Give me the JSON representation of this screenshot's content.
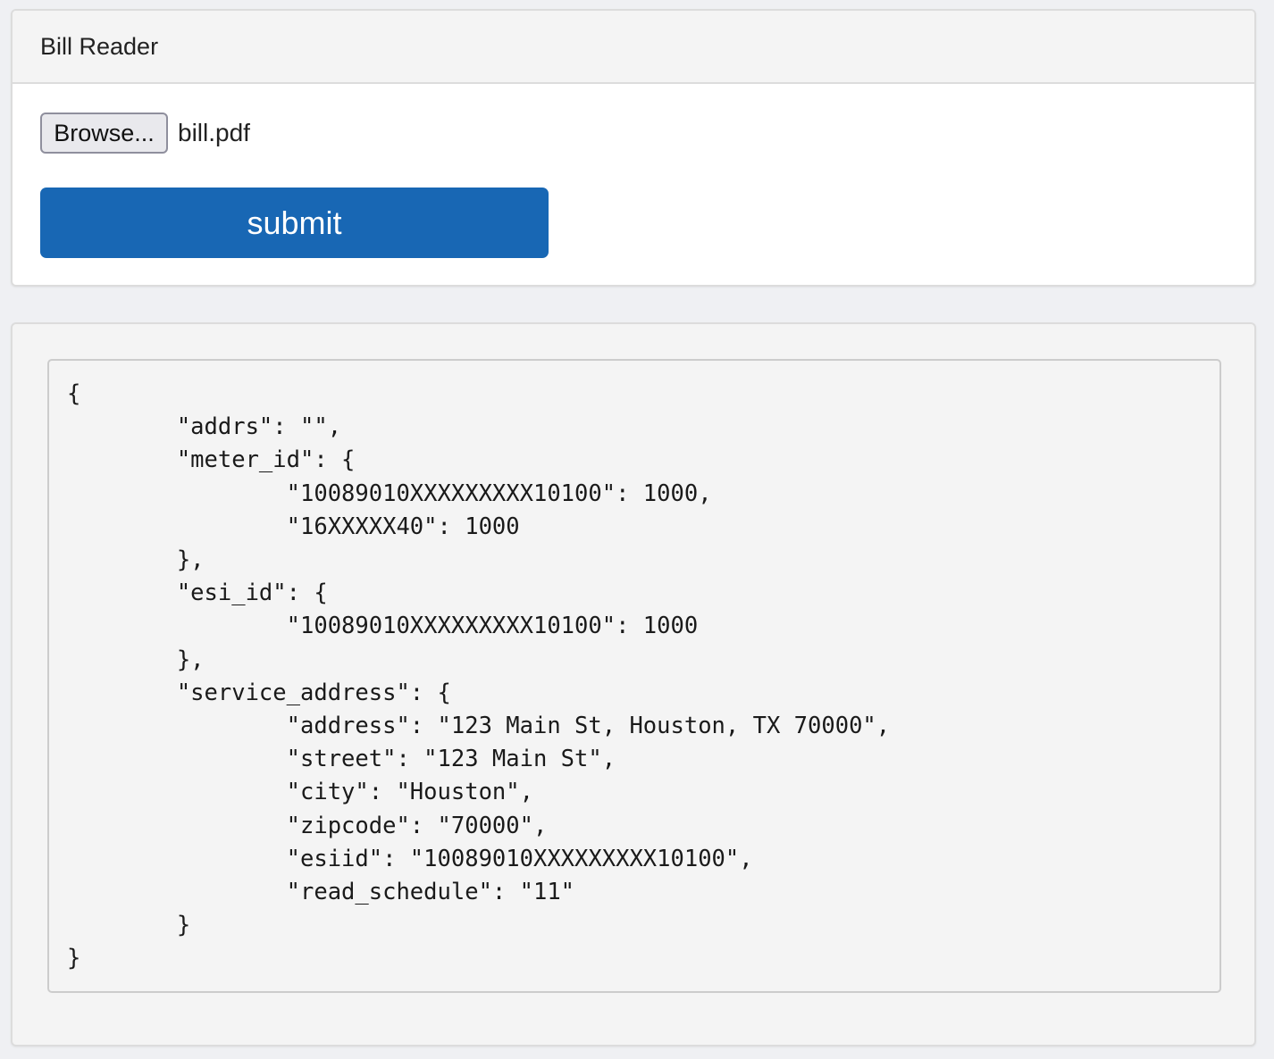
{
  "app": {
    "title": "Bill Reader"
  },
  "form": {
    "browse_label": "Browse...",
    "file_name": "bill.pdf",
    "submit_label": "submit"
  },
  "result": {
    "json_text": "{\n        \"addrs\": \"\",\n        \"meter_id\": {\n                \"10089010XXXXXXXXX10100\": 1000,\n                \"16XXXXX40\": 1000\n        },\n        \"esi_id\": {\n                \"10089010XXXXXXXXX10100\": 1000\n        },\n        \"service_address\": {\n                \"address\": \"123 Main St, Houston, TX 70000\",\n                \"street\": \"123 Main St\",\n                \"city\": \"Houston\",\n                \"zipcode\": \"70000\",\n                \"esiid\": \"10089010XXXXXXXXX10100\",\n                \"read_schedule\": \"11\"\n        }\n}"
  },
  "colors": {
    "page_background": "#eff0f3",
    "card_header_background": "#f4f4f4",
    "submit_button": "#1867b4",
    "border": "#dcdcdc"
  }
}
